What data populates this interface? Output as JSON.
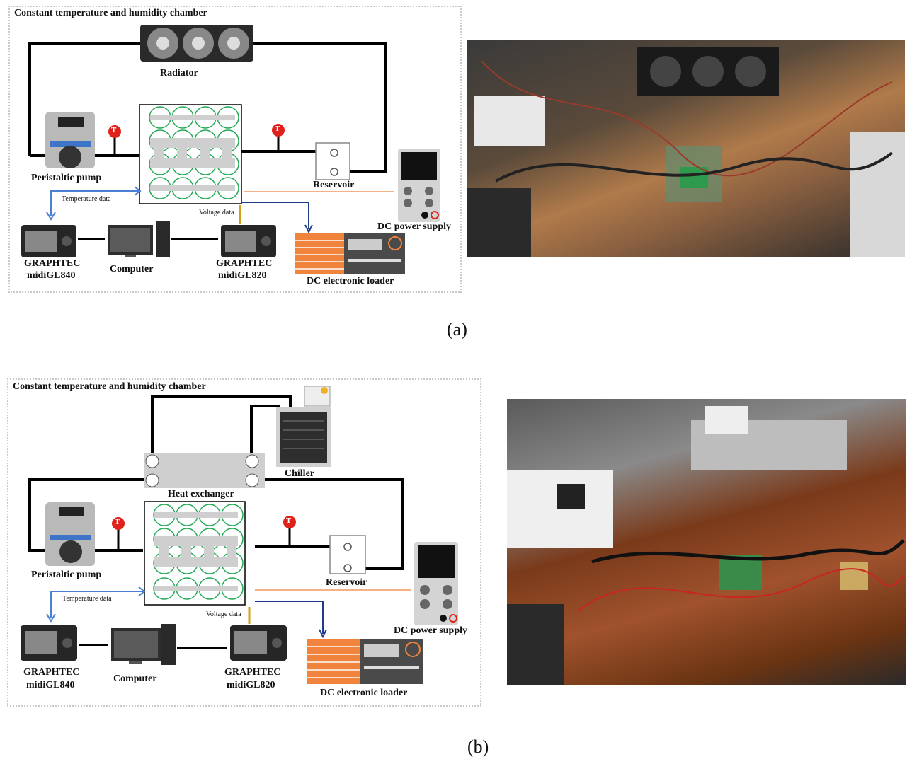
{
  "panel_a": {
    "chamber_title": "Constant temperature and humidity chamber",
    "radiator": "Radiator",
    "peristaltic_pump": "Peristaltic pump",
    "reservoir": "Reservoir",
    "dc_power_supply": "DC power supply",
    "temperature_data": "Temperature data",
    "voltage_data": "Voltage data",
    "logger_left_line1": "GRAPHTEC",
    "logger_left_line2": "midiGL840",
    "computer": "Computer",
    "logger_right_line1": "GRAPHTEC",
    "logger_right_line2": "midiGL820",
    "dc_loader": "DC electronic loader",
    "sensor_mark": "T",
    "caption": "(a)"
  },
  "panel_b": {
    "chamber_title": "Constant temperature and humidity chamber",
    "chiller": "Chiller",
    "heat_exchanger": "Heat exchanger",
    "peristaltic_pump": "Peristaltic pump",
    "reservoir": "Reservoir",
    "dc_power_supply": "DC power supply",
    "temperature_data": "Temperature data",
    "voltage_data": "Voltage data",
    "logger_left_line1": "GRAPHTEC",
    "logger_left_line2": "midiGL840",
    "computer": "Computer",
    "logger_right_line1": "GRAPHTEC",
    "logger_right_line2": "midiGL820",
    "dc_loader": "DC electronic loader",
    "sensor_mark": "T",
    "caption": "(b)"
  },
  "colors": {
    "pipe": "#000000",
    "temperature_arrow": "#4a7fd4",
    "voltage_arrow": "#d4a017",
    "loader_arrow": "#1f3c88",
    "power_arrow": "#f4b183",
    "sensor": "#e0201a",
    "cell_outline": "#22aa55",
    "loader_orange": "#f0843c"
  }
}
